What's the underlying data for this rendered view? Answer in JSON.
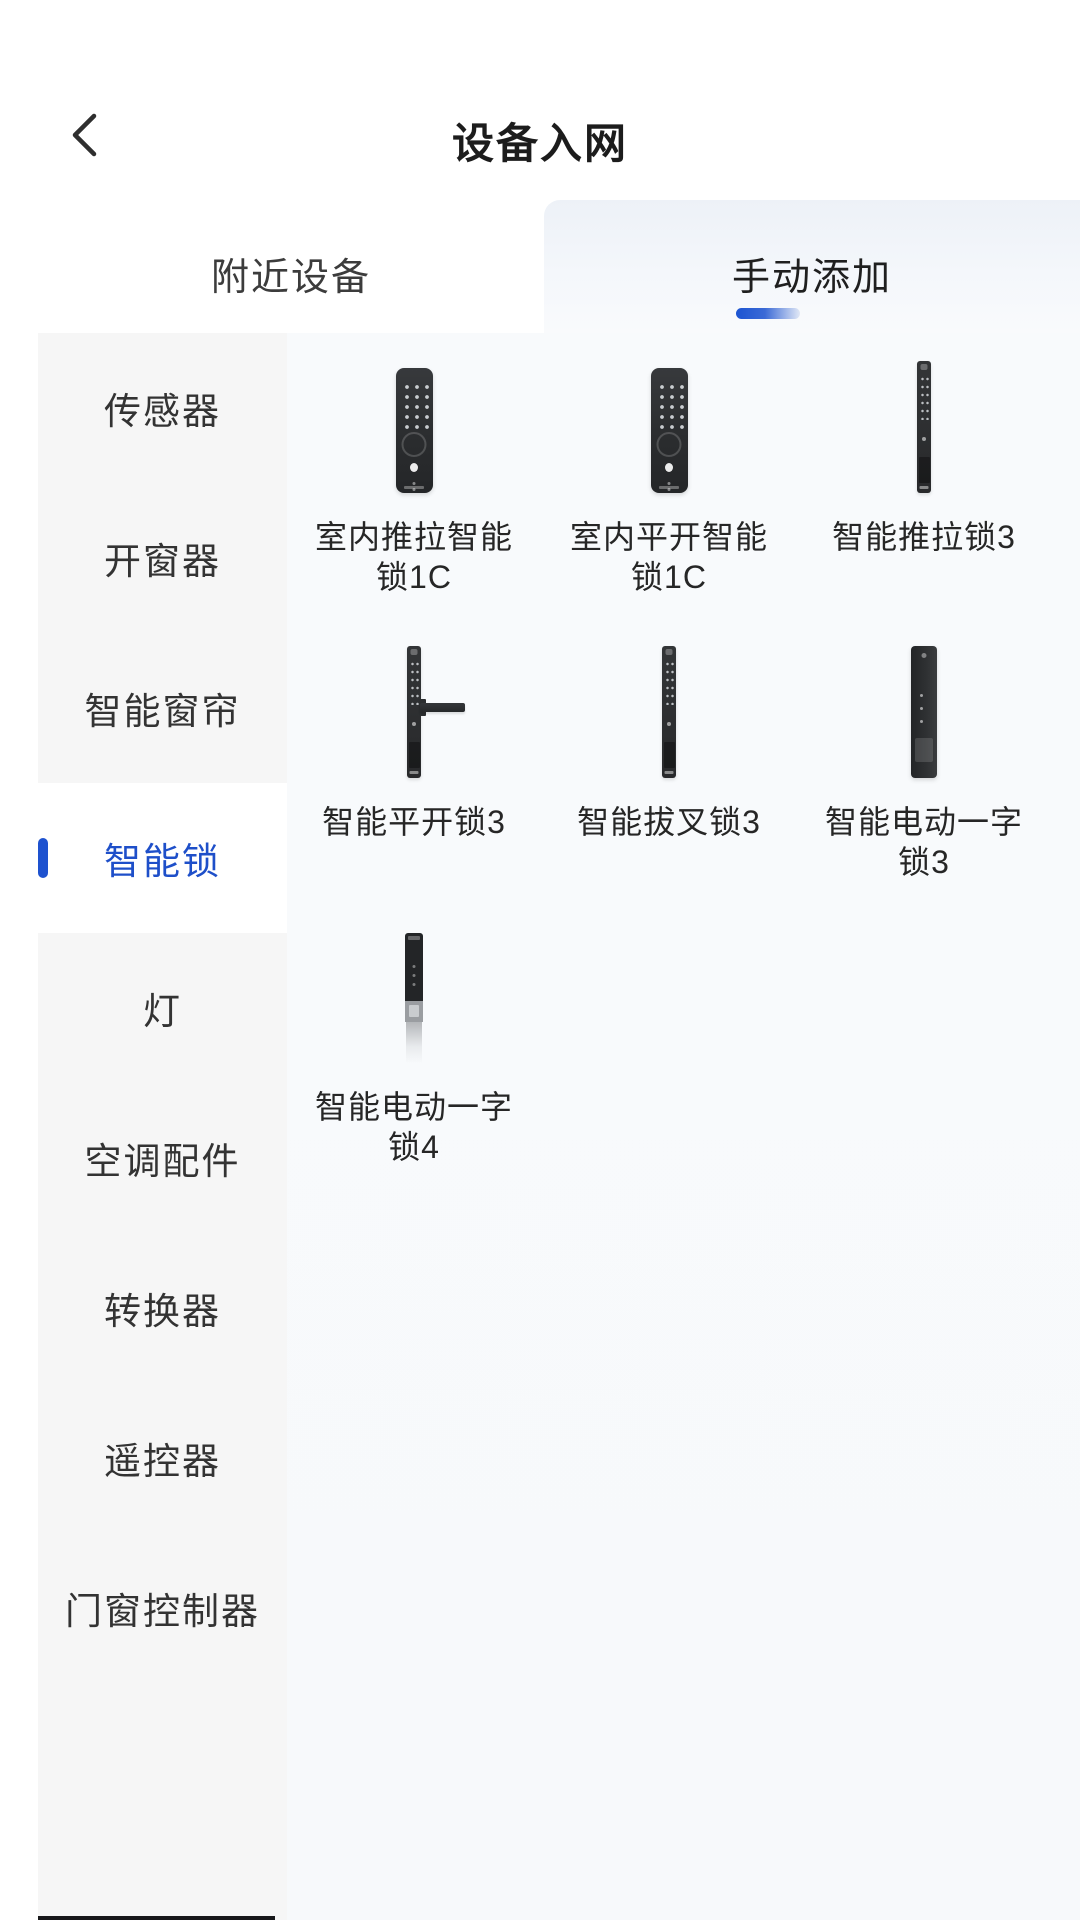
{
  "header": {
    "title": "设备入网",
    "back_icon": "chevron-left"
  },
  "tabs": {
    "nearby": {
      "label": "附近设备",
      "selected": false
    },
    "manual": {
      "label": "手动添加",
      "selected": true
    }
  },
  "sidebar": {
    "items": [
      {
        "label": "传感器",
        "selected": false
      },
      {
        "label": "开窗器",
        "selected": false
      },
      {
        "label": "智能窗帘",
        "selected": false
      },
      {
        "label": "智能锁",
        "selected": true
      },
      {
        "label": "灯",
        "selected": false
      },
      {
        "label": "空调配件",
        "selected": false
      },
      {
        "label": "转换器",
        "selected": false
      },
      {
        "label": "遥控器",
        "selected": false
      },
      {
        "label": "门窗控制器",
        "selected": false
      }
    ]
  },
  "products": [
    {
      "name": "室内推拉智能锁1C",
      "lines": [
        "室内推拉智能",
        "锁1C"
      ],
      "image": "keypad-lock"
    },
    {
      "name": "室内平开智能锁1C",
      "lines": [
        "室内平开智能",
        "锁1C"
      ],
      "image": "keypad-lock"
    },
    {
      "name": "智能推拉锁3",
      "lines": [
        "智能推拉锁3"
      ],
      "image": "slim-lock"
    },
    {
      "name": "智能平开锁3",
      "lines": [
        "智能平开锁3"
      ],
      "image": "slim-lock-handle"
    },
    {
      "name": "智能拔叉锁3",
      "lines": [
        "智能拔叉锁3"
      ],
      "image": "slim-lock"
    },
    {
      "name": "智能电动一字锁3",
      "lines": [
        "智能电动一字",
        "锁3"
      ],
      "image": "slab-lock"
    },
    {
      "name": "智能电动一字锁4",
      "lines": [
        "智能电动一字",
        "锁4"
      ],
      "image": "slim-lock-fade"
    }
  ],
  "colors": {
    "accent_blue": "#1e52cf",
    "selected_text_blue": "#1e4fc9",
    "indicator_gradient_start": "#1c54d2",
    "sidebar_bg": "#f6f6f6",
    "selected_row_bg": "#ffffff",
    "content_bg": "#f8fafc",
    "tab_bg_top": "#edf1f7",
    "title_text": "#1c1c1c",
    "body_text": "#333333"
  }
}
